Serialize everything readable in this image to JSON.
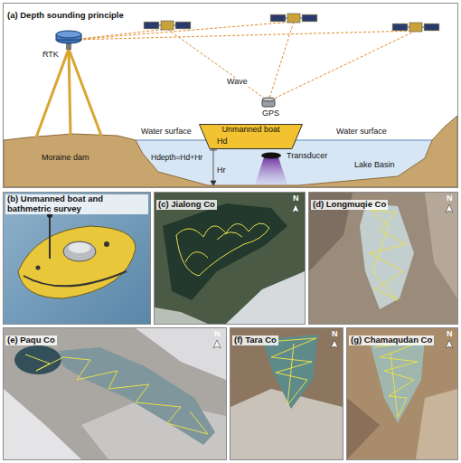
{
  "diagram": {
    "nodes": [
      {
        "text": [
          "(a) Depth sounding principle"
        ]
      },
      {
        "text": [
          "Unmanned boat",
          "Hd"
        ],
        "in": 0
      },
      {
        "text": [
          "(b) Unmanned boat and bathmetric survey"
        ]
      },
      {
        "text": [
          "(c) Jialong Co"
        ]
      },
      {
        "text": [
          "(d) Longmuqie Co"
        ]
      },
      {
        "text": [
          "(e) Paqu Co"
        ]
      },
      {
        "text": [
          "(f) Tara Co"
        ]
      },
      {
        "text": [
          "(g) Chamaqudan Co"
        ]
      }
    ],
    "labels": [
      "RTK",
      "Wave",
      "GPS",
      "Water surface",
      "Water surface",
      "Transducer",
      "Hdepth=Hd+Hr",
      "Hr",
      "Moraine dam",
      "Lake Basin",
      "N",
      "N",
      "N",
      "N",
      "N"
    ]
  }
}
